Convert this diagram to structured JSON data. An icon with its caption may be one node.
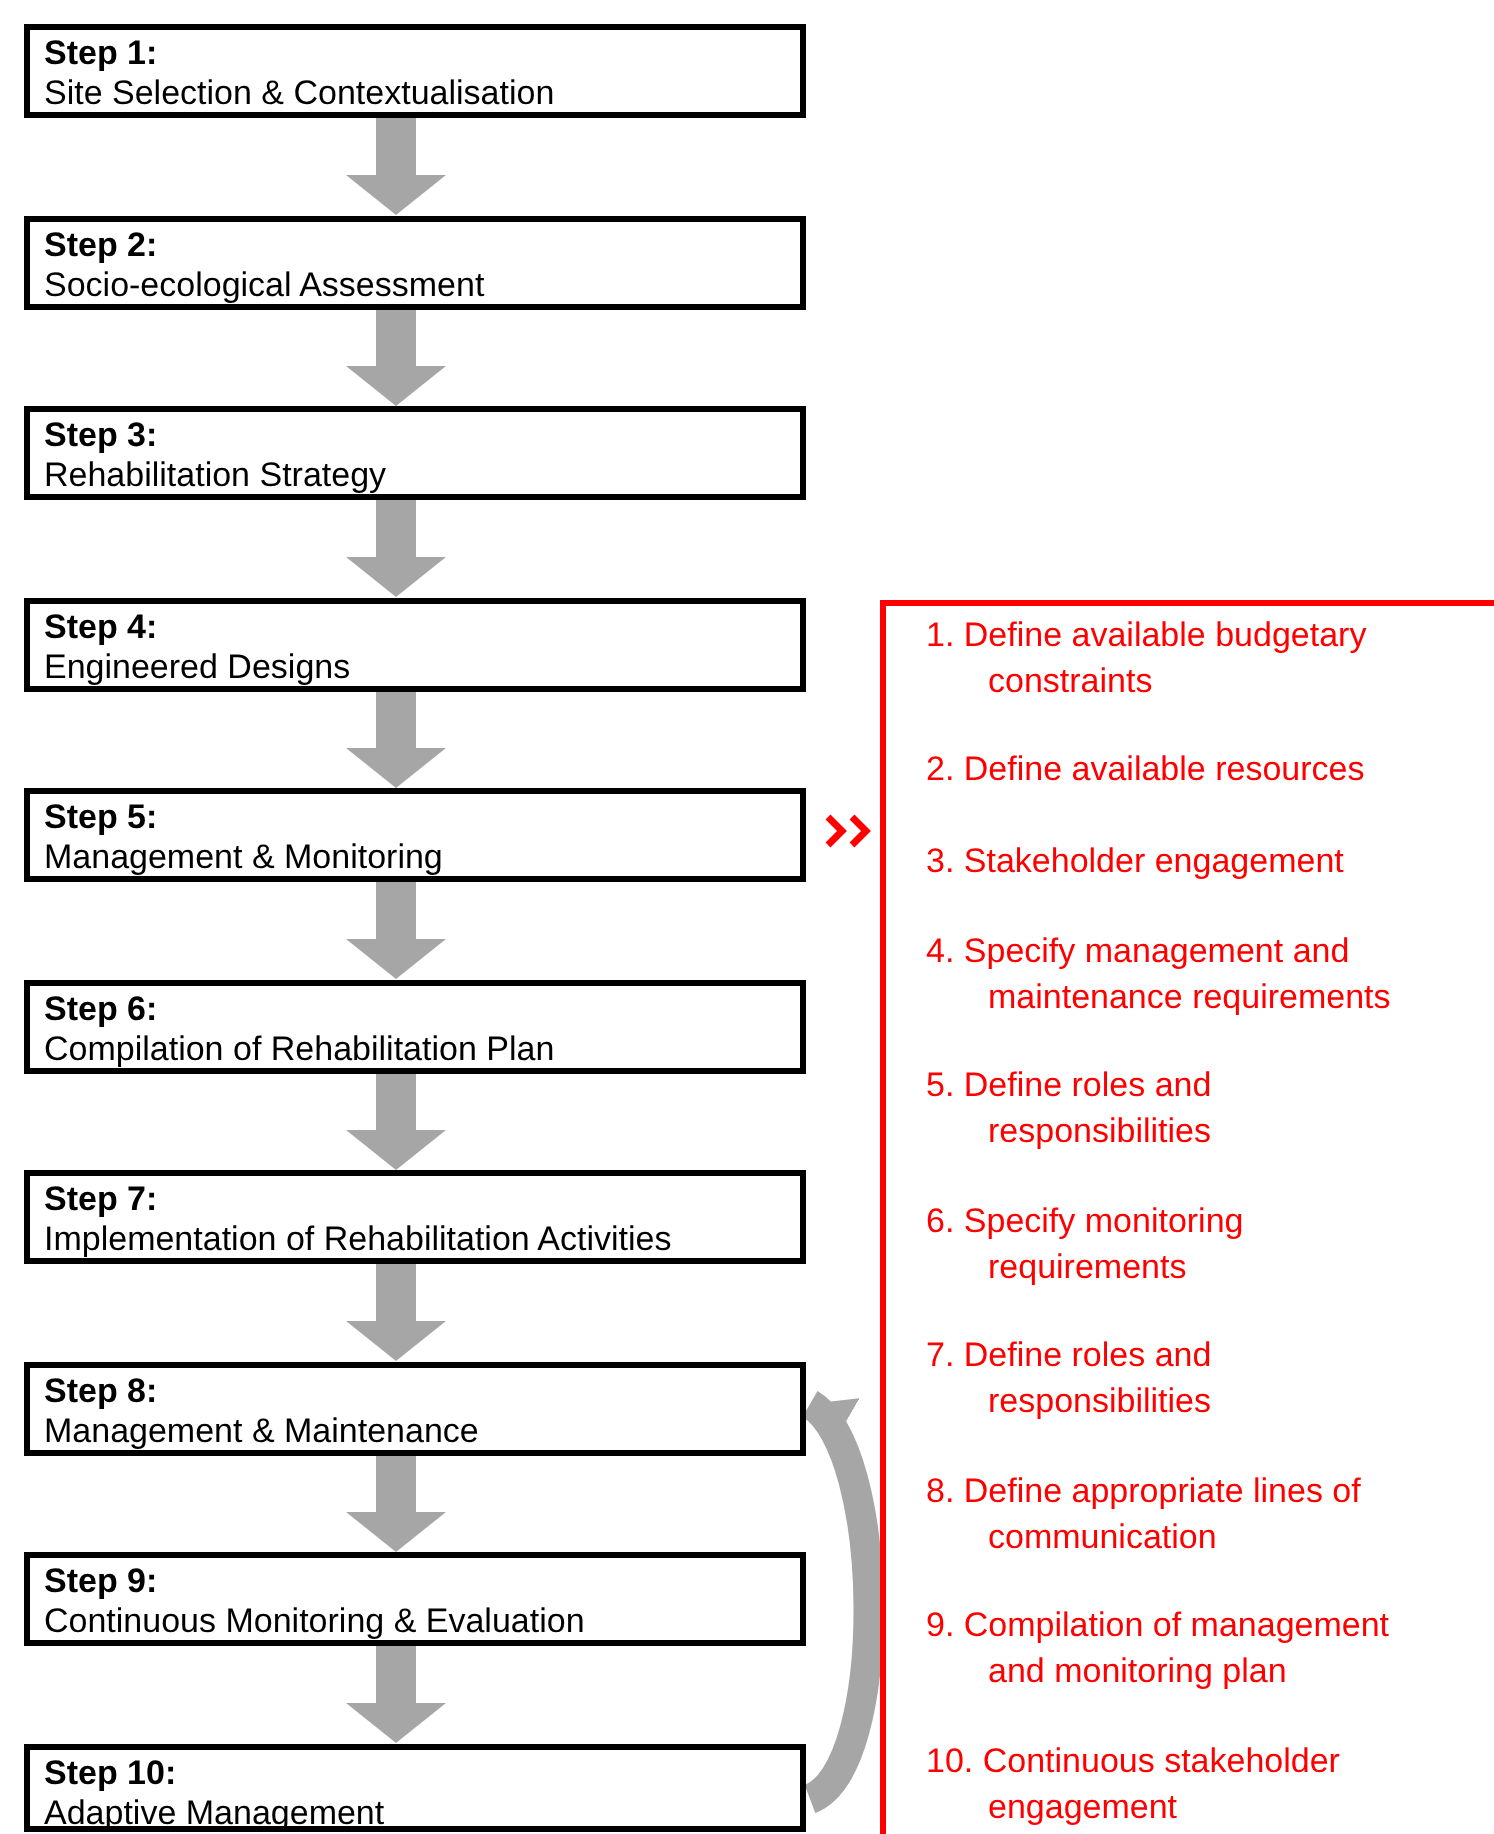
{
  "diagram": {
    "nodes": [
      {
        "text": [
          "Step 1:",
          "Site Selection & Contextualisation"
        ]
      },
      {
        "text": [
          "Step 2:",
          "Socio-ecological Assessment"
        ]
      },
      {
        "text": [
          "Step 3:",
          "Rehabilitation Strategy"
        ]
      },
      {
        "text": [
          "Step 4:",
          "Engineered Designs"
        ]
      },
      {
        "text": [
          "Step 5:",
          "Management & Monitoring"
        ]
      },
      {
        "text": [
          "Step 6:",
          "Compilation of Rehabilitation Plan"
        ]
      },
      {
        "text": [
          "Step 7:",
          "Implementation of Rehabilitation Activities"
        ]
      },
      {
        "text": [
          "Step 8:",
          "Management & Maintenance"
        ]
      },
      {
        "text": [
          "Step 9:",
          "Continuous Monitoring & Evaluation"
        ]
      },
      {
        "text": [
          "Step 10:",
          "Adaptive Management"
        ]
      },
      {
        "text": [
          "1. Define available budgetary constraints",
          "2. Define available resources",
          "3. Stakeholder engagement",
          "4. Specify management and maintenance requirements",
          "5. Define roles and responsibilities",
          "6. Specify monitoring requirements",
          "7. Define roles and responsibilities",
          "8. Define appropriate lines of communication",
          "9. Compilation of management and monitoring plan",
          "10. Continuous stakeholder engagement"
        ]
      }
    ],
    "edges": [
      {
        "from": 0,
        "to": 1,
        "arrow": "to"
      },
      {
        "from": 1,
        "to": 2,
        "arrow": "to"
      },
      {
        "from": 2,
        "to": 3,
        "arrow": "to"
      },
      {
        "from": 3,
        "to": 4,
        "arrow": "to"
      },
      {
        "from": 4,
        "to": 5,
        "arrow": "to"
      },
      {
        "from": 5,
        "to": 6,
        "arrow": "to"
      },
      {
        "from": 6,
        "to": 7,
        "arrow": "to"
      },
      {
        "from": 7,
        "to": 8,
        "arrow": "to"
      },
      {
        "from": 8,
        "to": 9,
        "arrow": "to"
      },
      {
        "from": 9,
        "to": 7,
        "arrow": "to"
      },
      {
        "from": 4,
        "to": 10,
        "arrow": "to",
        "color": "#ff0000"
      }
    ]
  }
}
